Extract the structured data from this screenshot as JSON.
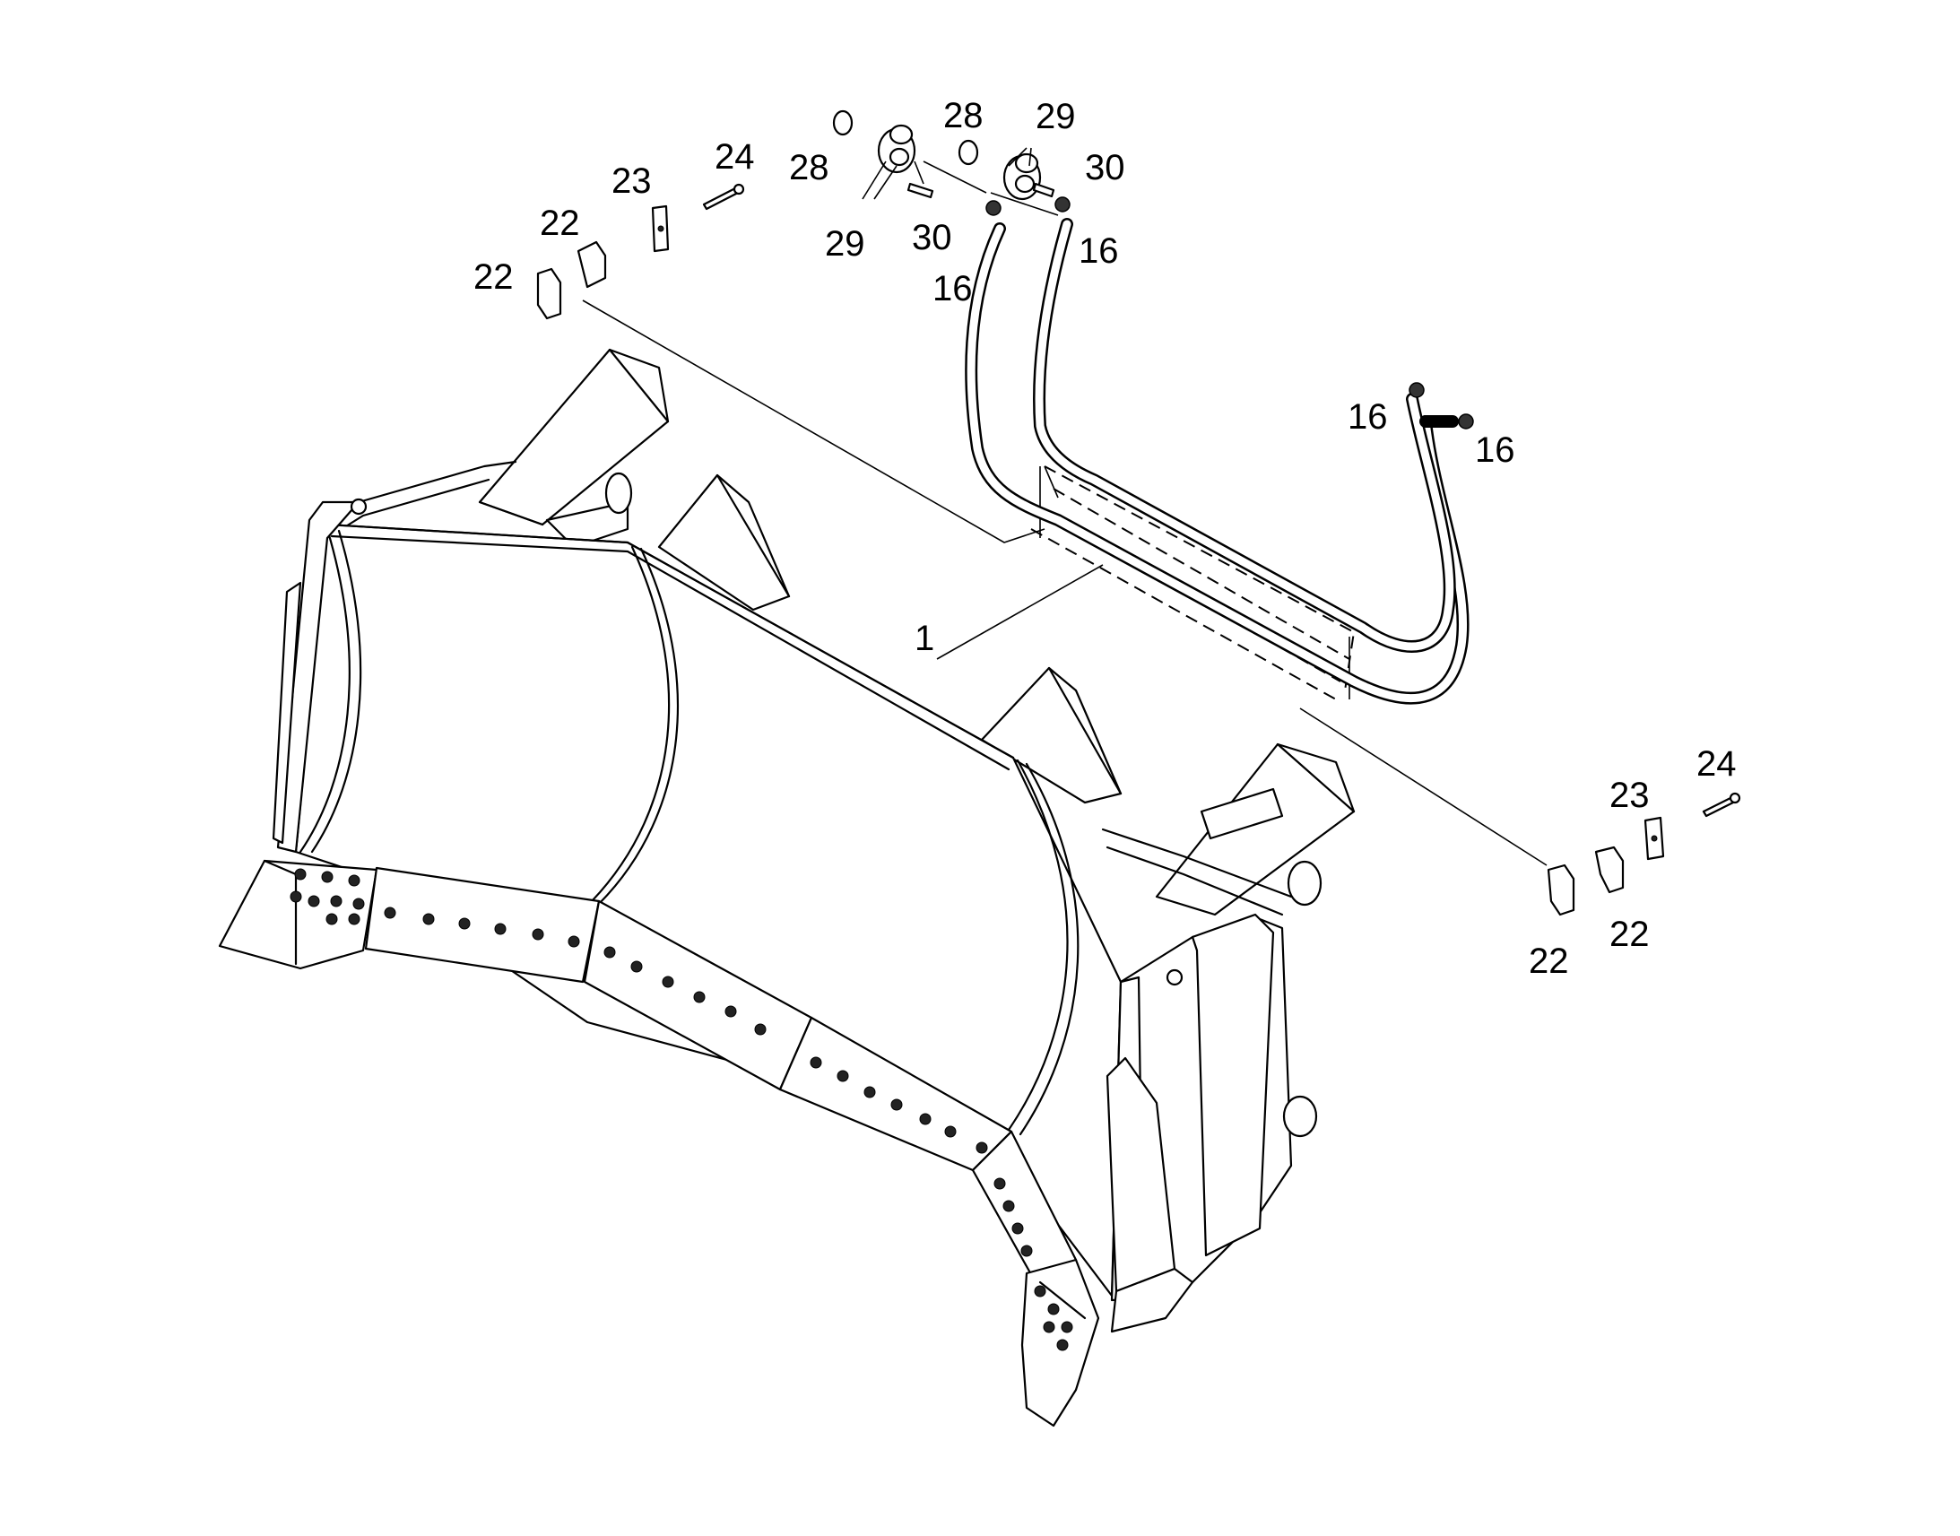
{
  "callouts": {
    "c1": "1",
    "c16a": "16",
    "c16b": "16",
    "c16c": "16",
    "c16d": "16",
    "c22a": "22",
    "c22b": "22",
    "c22c": "22",
    "c22d": "22",
    "c23a": "23",
    "c23b": "23",
    "c24a": "24",
    "c24b": "24",
    "c28a": "28",
    "c28b": "28",
    "c29a": "29",
    "c29b": "29",
    "c30a": "30",
    "c30b": "30"
  }
}
